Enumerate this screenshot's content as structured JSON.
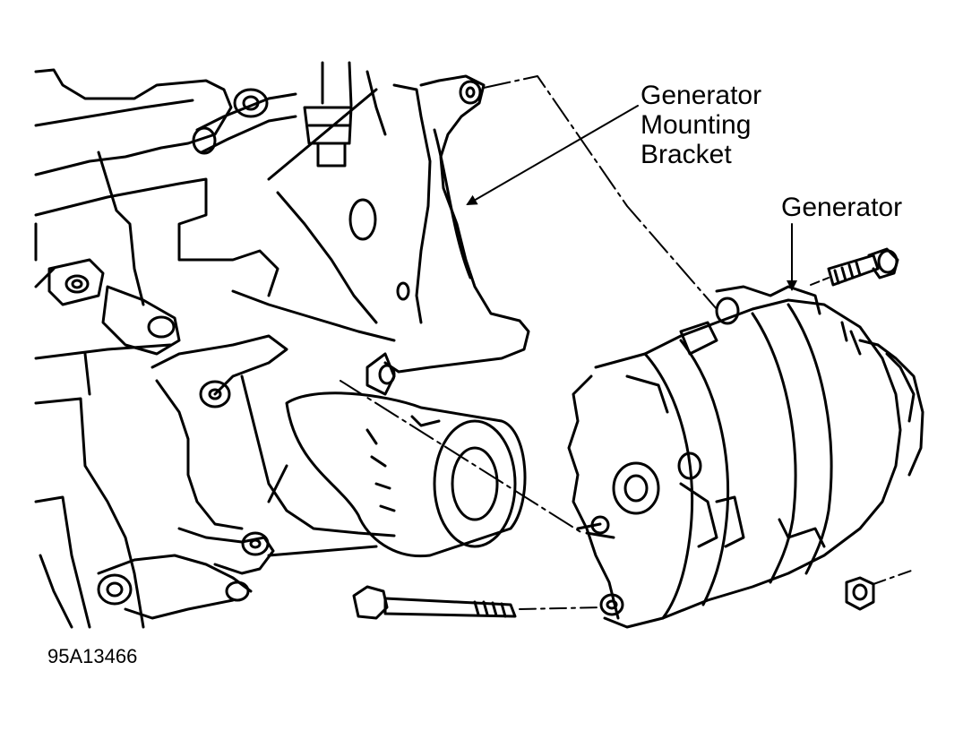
{
  "labels": {
    "bracket_line1": "Generator",
    "bracket_line2": "Mounting",
    "bracket_line3": "Bracket",
    "generator": "Generator"
  },
  "figure_id": "95A13466",
  "colors": {
    "ink": "#000000",
    "paper": "#ffffff"
  }
}
